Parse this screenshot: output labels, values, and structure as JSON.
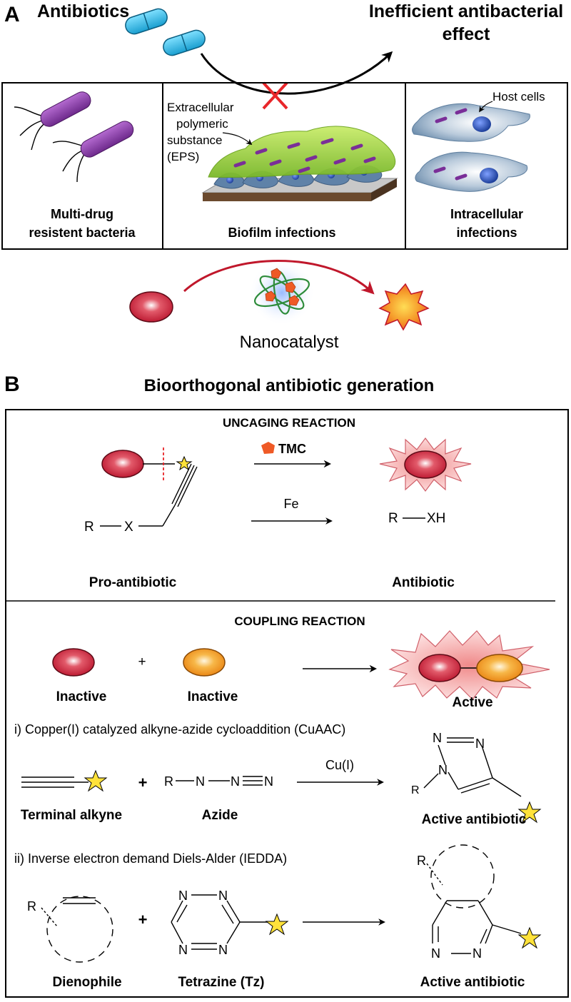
{
  "panel_a": {
    "letter": "A",
    "antibiotics_label": "Antibiotics",
    "effect_line1": "Inefficient antibacterial",
    "effect_line2": "effect",
    "box1_line1": "Multi-drug",
    "box1_line2": "resistent bacteria",
    "eps_line1": "Extracellular",
    "eps_line2": "polymeric",
    "eps_line3": "substance",
    "eps_line4": "(EPS)",
    "box2_label": "Biofilm infections",
    "host_cells": "Host cells",
    "box3_line1": "Intracellular",
    "box3_line2": "infections",
    "nanocatalyst": "Nanocatalyst"
  },
  "panel_b": {
    "letter": "B",
    "title": "Bioorthogonal antibiotic generation",
    "uncaging_title": "UNCAGING REACTION",
    "tmc": "TMC",
    "fe": "Fe",
    "r": "R",
    "x": "X",
    "xh": "XH",
    "pro_antibiotic": "Pro-antibiotic",
    "antibiotic": "Antibiotic",
    "coupling_title": "COUPLING REACTION",
    "plus": "+",
    "inactive": "Inactive",
    "active": "Active",
    "cuaac_title": "i) Copper(I) catalyzed alkyne-azide cycloaddition (CuAAC)",
    "n": "N",
    "cu": "Cu(I)",
    "terminal_alkyne": "Terminal alkyne",
    "azide": "Azide",
    "active_antibiotic": "Active antibiotic",
    "iedda_title": "ii) Inverse electron demand Diels-Alder (IEDDA)",
    "dienophile": "Dienophile",
    "tetrazine": "Tetrazine (Tz)"
  },
  "colors": {
    "capsule": "#2ab6e3",
    "bacteria": "#8a3aa8",
    "biofilm": "#9bd23a",
    "host_cell": "#7f9fbe",
    "nucleus": "#2f55b6",
    "antibiotic_red": "#b8132c",
    "antibiotic_orange": "#f39a1b",
    "catalyst": "#ef5a26",
    "star": "#ffe23a",
    "cross": "#e8262a",
    "arrow_red": "#c0172b"
  }
}
